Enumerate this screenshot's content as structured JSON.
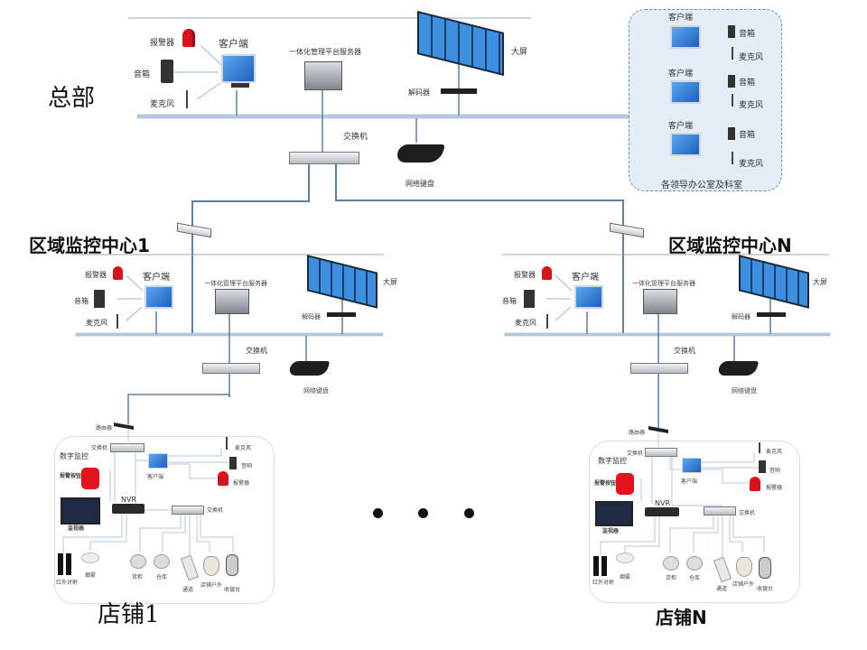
{
  "headquarters": {
    "title": "总部",
    "client": "客户端",
    "alarm": "报警器",
    "speaker": "音箱",
    "microphone": "麦克风",
    "server": "一体化管理平台服务器",
    "big_screen": "大屏",
    "decoder": "解码器",
    "switch": "交换机",
    "keyboard": "网络键盘"
  },
  "offices": {
    "caption": "各领导办公室及科室",
    "units": [
      {
        "client": "客户端",
        "speaker": "音箱",
        "microphone": "麦克风"
      },
      {
        "client": "客户端",
        "speaker": "音箱",
        "microphone": "麦克风"
      },
      {
        "client": "客户端",
        "speaker": "音箱",
        "microphone": "麦克风"
      }
    ]
  },
  "regions": [
    {
      "title": "区域监控中心1",
      "client": "客户端",
      "alarm": "报警器",
      "speaker": "音箱",
      "microphone": "麦克风",
      "server": "一体化管理平台服务器",
      "big_screen": "大屏",
      "decoder": "解码器",
      "switch": "交换机",
      "keyboard": "网络键盘"
    },
    {
      "title": "区域监控中心N",
      "client": "客户端",
      "alarm": "报警器",
      "speaker": "音箱",
      "microphone": "麦克风",
      "server": "一体化管理平台服务器",
      "big_screen": "大屏",
      "decoder": "解码器",
      "switch": "交换机",
      "keyboard": "网络键盘"
    }
  ],
  "stores": [
    {
      "title": "店铺1",
      "router": "路由器",
      "digital_monitor": "数字监控",
      "switch": "交换机",
      "switch2": "交换机",
      "client": "客户端",
      "microphone": "麦克风",
      "speaker": "音响",
      "alarm": "报警器",
      "alarm_button": "报警按钮",
      "nvr": "NVR",
      "monitor": "监视器",
      "ir_beam": "红外对射",
      "smoke": "烟雾",
      "cam_goods": "货柜",
      "cam_warehouse": "仓库",
      "cam_aisle": "通道",
      "cam_outdoor": "店铺户外",
      "cam_cashier": "收银台"
    },
    {
      "title": "店铺N",
      "router": "路由器",
      "digital_monitor": "数字监控",
      "switch": "交换机",
      "switch2": "交换机",
      "client": "客户端",
      "microphone": "麦克风",
      "speaker": "音响",
      "alarm": "报警器",
      "alarm_button": "报警按钮",
      "nvr": "NVR",
      "monitor": "监视器",
      "ir_beam": "红外对射",
      "smoke": "烟雾",
      "cam_goods": "货柜",
      "cam_warehouse": "仓库",
      "cam_aisle": "通道",
      "cam_outdoor": "店铺户外",
      "cam_cashier": "收银台"
    }
  ],
  "colors": {
    "link": "#5b7fa6",
    "bus": "#b8cbe0",
    "office_bg": "#e4ecf5",
    "screen": "#2f7fd6",
    "alarm": "#d8121b"
  }
}
